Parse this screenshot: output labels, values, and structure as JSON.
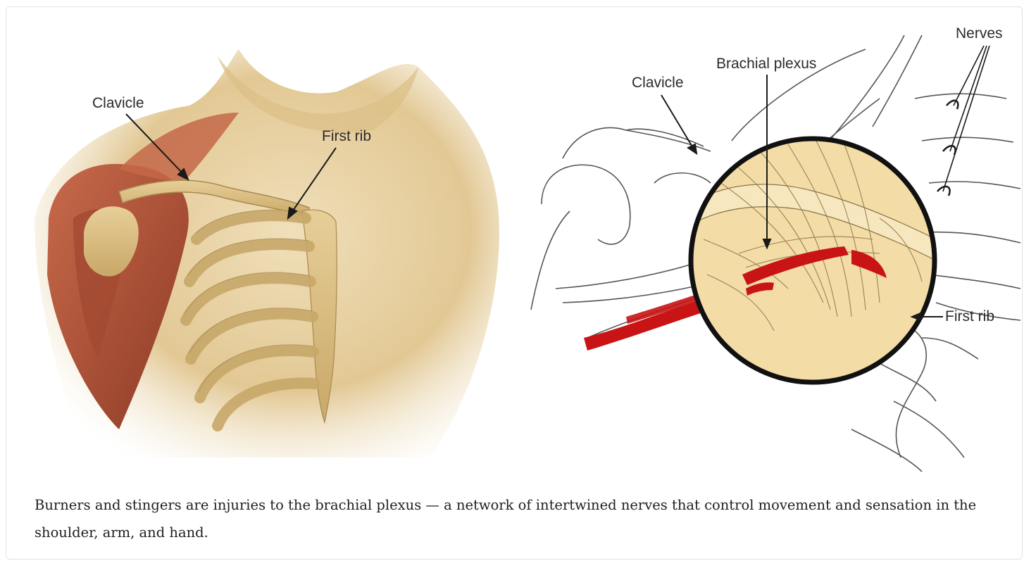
{
  "figure": {
    "left_panel": {
      "labels": {
        "clavicle": "Clavicle",
        "first_rib": "First rib"
      }
    },
    "right_panel": {
      "labels": {
        "clavicle": "Clavicle",
        "brachial_plexus": "Brachial plexus",
        "nerves": "Nerves",
        "first_rib": "First rib"
      }
    }
  },
  "caption": "Burners and stingers are injuries to the brachial plexus — a network of intertwined nerves that control movement and sensation in the shoulder, arm, and hand.",
  "colors": {
    "muscle": "#b4543a",
    "bone": "#d9bd82",
    "skin": "#ead6ae",
    "artery": "#c81414",
    "lens_fill": "#f3dca6"
  }
}
